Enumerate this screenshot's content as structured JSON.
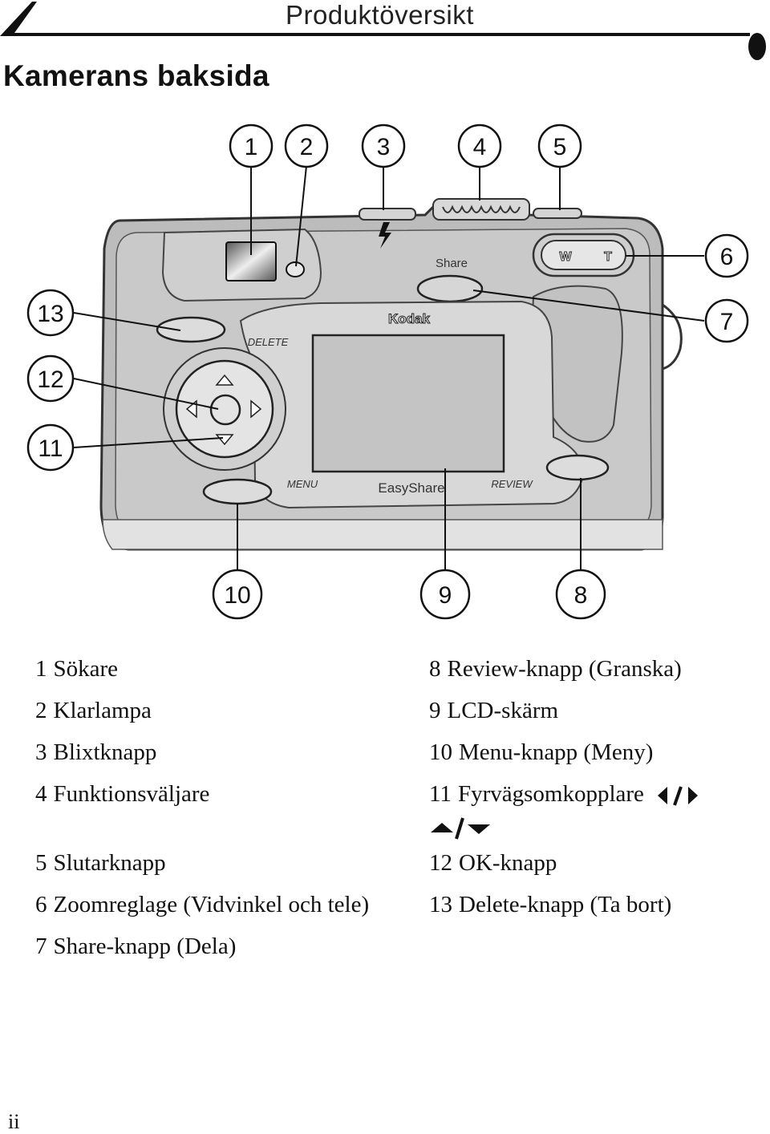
{
  "header": {
    "title": "Produktöversikt",
    "section_title": "Kamerans baksida"
  },
  "diagram": {
    "labels": {
      "share": "Share",
      "delete": "DELETE",
      "menu": "MENU",
      "review": "REVIEW",
      "easyshare": "EasyShare",
      "brand": "Kodak",
      "zoom_w": "W",
      "zoom_t": "T"
    },
    "callouts": [
      "1",
      "2",
      "3",
      "4",
      "5",
      "6",
      "7",
      "8",
      "9",
      "10",
      "11",
      "12",
      "13"
    ]
  },
  "legend": {
    "left": [
      {
        "num": "1",
        "text": "Sökare"
      },
      {
        "num": "2",
        "text": "Klarlampa"
      },
      {
        "num": "3",
        "text": "Blixtknapp"
      },
      {
        "num": "4",
        "text": "Funktionsväljare"
      },
      {
        "num": "5",
        "text": "Slutarknapp"
      },
      {
        "num": "6",
        "text": "Zoomreglage (Vidvinkel och tele)"
      },
      {
        "num": "7",
        "text": "Share-knapp (Dela)"
      }
    ],
    "right": [
      {
        "num": "8",
        "text": "Review-knapp (Granska)"
      },
      {
        "num": "9",
        "text": "LCD-skärm"
      },
      {
        "num": "10",
        "text": "Menu-knapp (Meny)"
      },
      {
        "num": "11",
        "text": "Fyrvägsomkopplare"
      },
      {
        "num": "12",
        "text": "OK-knapp"
      },
      {
        "num": "13",
        "text": "Delete-knapp (Ta bort)"
      }
    ]
  },
  "footer": {
    "page_number": "ii"
  }
}
